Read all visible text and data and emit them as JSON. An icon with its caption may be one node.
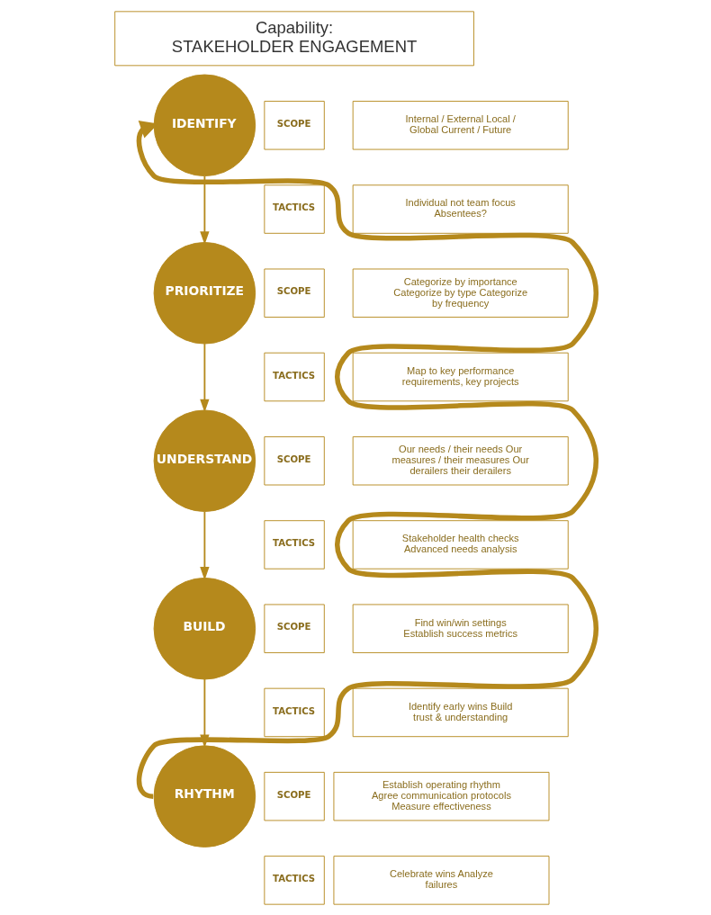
{
  "diagram": {
    "nodes": [
      {
        "text": [
          "Capability:",
          "STAKEHOLDER ENGAGEMENT"
        ]
      },
      {
        "text": [
          "IDENTIFY"
        ]
      },
      {
        "text": [
          "SCOPE"
        ]
      },
      {
        "text": [
          "Internal / External Local / Global Current / Future"
        ]
      },
      {
        "text": [
          "TACTICS"
        ]
      },
      {
        "text": [
          "Individual not team focus Absentees?"
        ]
      },
      {
        "text": [
          "PRIORITIZE"
        ]
      },
      {
        "text": [
          "SCOPE"
        ]
      },
      {
        "text": [
          "Categorize by importance Categorize by type Categorize by frequency"
        ]
      },
      {
        "text": [
          "TACTICS"
        ]
      },
      {
        "text": [
          "Map to key performance requirements, key projects"
        ]
      },
      {
        "text": [
          "UNDERSTAND"
        ]
      },
      {
        "text": [
          "SCOPE"
        ]
      },
      {
        "text": [
          "Our needs / their needs Our measures / their measures Our derailers their derailers"
        ]
      },
      {
        "text": [
          "TACTICS"
        ]
      },
      {
        "text": [
          "Stakeholder health checks Advanced needs analysis"
        ]
      },
      {
        "text": [
          "BUILD"
        ]
      },
      {
        "text": [
          "SCOPE"
        ]
      },
      {
        "text": [
          "Find win/win settings Establish success metrics"
        ]
      },
      {
        "text": [
          "TACTICS"
        ]
      },
      {
        "text": [
          "Identify early wins Build trust & understanding"
        ]
      },
      {
        "text": [
          "RHYTHM"
        ]
      },
      {
        "text": [
          "SCOPE"
        ]
      },
      {
        "text": [
          "Establish operating rhythm Agree communication protocols Measure effectiveness"
        ]
      },
      {
        "text": [
          "TACTICS"
        ]
      },
      {
        "text": [
          "Celebrate wins Analyze failures"
        ]
      }
    ],
    "edges": [
      {
        "from": 1,
        "to": 6,
        "arrow": "to"
      },
      {
        "from": 6,
        "to": 11,
        "arrow": "to"
      },
      {
        "from": 11,
        "to": 16,
        "arrow": "to"
      },
      {
        "from": 16,
        "to": 21,
        "arrow": "to"
      },
      {
        "from": 21,
        "to": 1,
        "arrow": "to",
        "style": "thick"
      }
    ]
  }
}
